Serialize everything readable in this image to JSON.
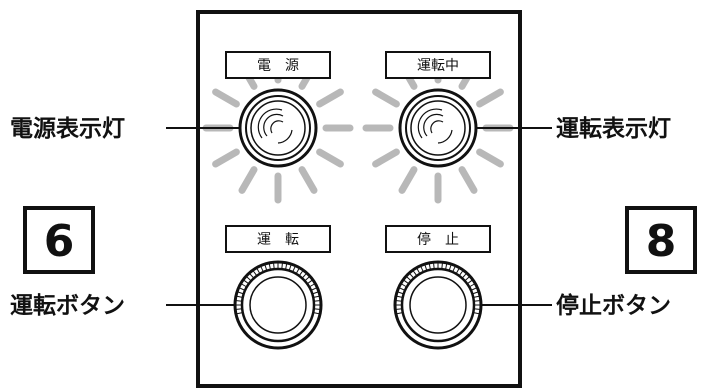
{
  "panel": {
    "power_lamp_label": "電　源",
    "running_lamp_label": "運転中",
    "run_button_label": "運　転",
    "stop_button_label": "停　止"
  },
  "callouts": {
    "power_lamp": "電源表示灯",
    "running_lamp": "運転表示灯",
    "run_button": "運転ボタン",
    "stop_button": "停止ボタン"
  },
  "badges": {
    "left_number": "6",
    "right_number": "8"
  },
  "colors": {
    "ink": "#111111",
    "glow": "#b8b8b8",
    "background": "#ffffff"
  },
  "icons": {
    "lamp": "indicator-lamp-icon",
    "button": "push-button-icon"
  }
}
